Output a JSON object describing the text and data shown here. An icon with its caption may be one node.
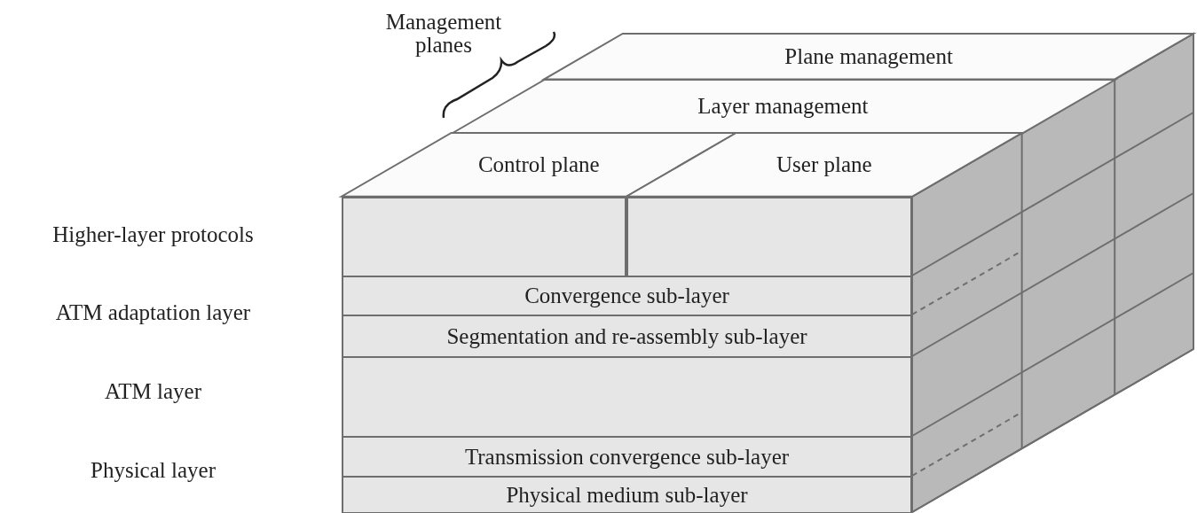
{
  "diagram": {
    "nodes": [
      {
        "text": [
          "Plane management"
        ]
      },
      {
        "text": [
          "Layer management"
        ]
      },
      {
        "text": [
          "Control plane"
        ]
      },
      {
        "text": [
          "User plane"
        ]
      },
      {
        "text": [],
        "shape": "box"
      },
      {
        "text": [],
        "shape": "box"
      },
      {
        "text": [
          "Convergence sub-layer"
        ]
      },
      {
        "text": [
          "Segmentation and re-assembly sub-layer"
        ]
      },
      {
        "text": [],
        "shape": "box"
      },
      {
        "text": [
          "Transmission convergence sub-layer"
        ]
      },
      {
        "text": [
          "Physical medium sub-layer"
        ]
      }
    ],
    "labels": [
      "Management planes",
      "Higher-layer protocols",
      "ATM adaptation layer",
      "ATM layer",
      "Physical layer"
    ]
  }
}
